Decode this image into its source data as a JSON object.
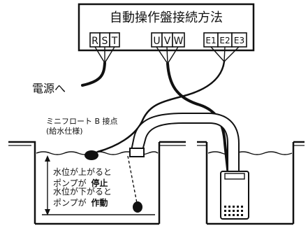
{
  "title": "自動操作盤接続方法",
  "terminal_groups": [
    {
      "terminals": [
        "R",
        "S",
        "T"
      ]
    },
    {
      "terminals": [
        "U",
        "V",
        "W"
      ]
    },
    {
      "terminals": [
        "E1",
        "E2",
        "E3"
      ]
    }
  ],
  "power_label": "電源へ",
  "float_switch": {
    "label_line1": "ミニフロート B 接点",
    "label_line2": "(給水仕様)"
  },
  "water_level_notes": {
    "rise_line1": "水位が上がると",
    "rise_line2_prefix": "ポンプが",
    "rise_action": "停止",
    "fall_line1": "水位が下がると",
    "fall_line2_prefix": "ポンプが",
    "fall_action": "作動"
  },
  "colors": {
    "ink": "#111111",
    "background": "#ffffff"
  }
}
